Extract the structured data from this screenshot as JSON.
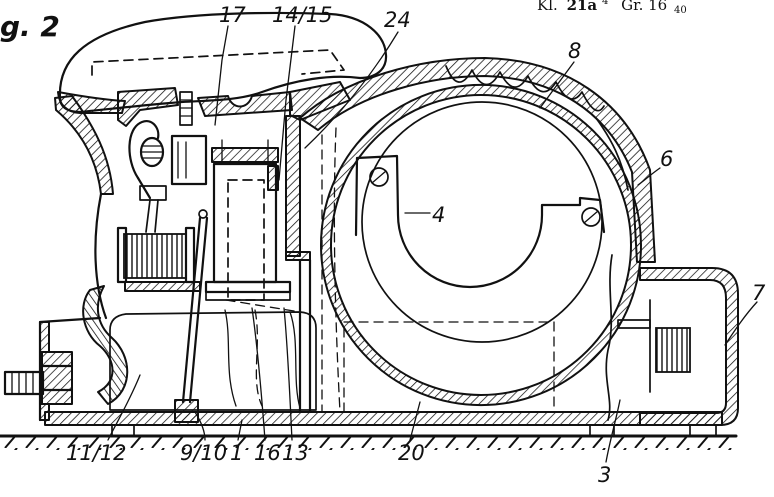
{
  "figure": {
    "fig_label": "g. 2",
    "header": {
      "class_prefix": "Kl.",
      "class_number": "21a",
      "class_sup": "4",
      "group": "Gr. 16",
      "group_sub": "40"
    },
    "reference_numerals": [
      "17",
      "14/15",
      "24",
      "8",
      "6",
      "4",
      "7",
      "11/12",
      "9/10",
      "1",
      "16",
      "13",
      "20",
      "3"
    ]
  },
  "colors": {
    "ink": "#111111",
    "paper": "#ffffff"
  }
}
